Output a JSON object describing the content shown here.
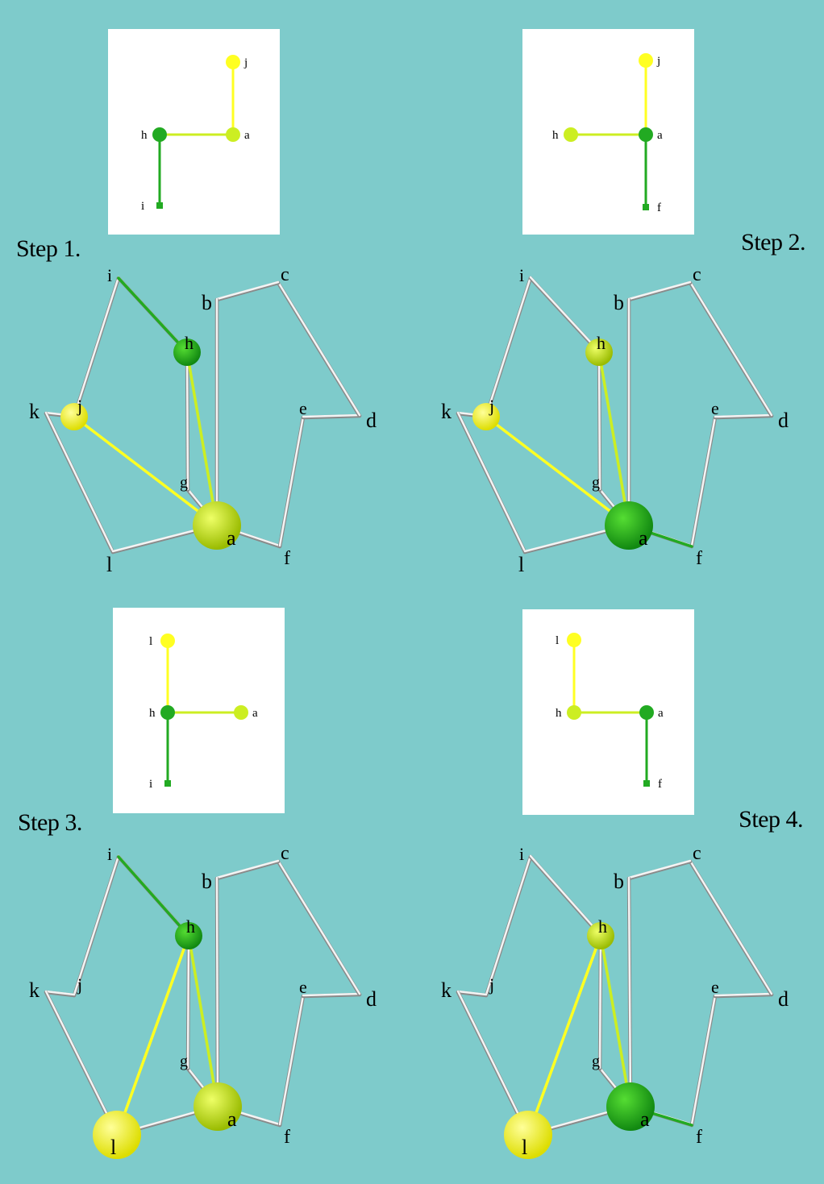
{
  "colors": {
    "background": "#7ecbcb",
    "dark_green": "#22aa22",
    "lime": "#ccee22",
    "yellow": "#ffff22",
    "white_edge": "#f4f4f4"
  },
  "node_labels": [
    "a",
    "b",
    "c",
    "d",
    "e",
    "f",
    "g",
    "h",
    "i",
    "j",
    "k",
    "l"
  ],
  "steps": [
    {
      "title": "Step 1.",
      "tree": {
        "nodes": [
          {
            "id": "j",
            "label": "j",
            "color": "yellow",
            "shape": "circle"
          },
          {
            "id": "a",
            "label": "a",
            "color": "lime",
            "shape": "circle"
          },
          {
            "id": "h",
            "label": "h",
            "color": "dark_green",
            "shape": "circle"
          },
          {
            "id": "i",
            "label": "i",
            "color": "dark_green",
            "shape": "square"
          }
        ],
        "edges": [
          [
            "a",
            "j",
            "yellow"
          ],
          [
            "h",
            "a",
            "lime"
          ],
          [
            "h",
            "i",
            "dark_green"
          ]
        ]
      },
      "highlight": {
        "spheres": [
          [
            "a",
            "lime",
            "large"
          ],
          [
            "h",
            "dark_green",
            "small"
          ],
          [
            "j",
            "yellow",
            "small"
          ]
        ],
        "edges": [
          [
            "i",
            "h",
            "dark_green"
          ],
          [
            "h",
            "a",
            "lime"
          ],
          [
            "j",
            "a",
            "yellow"
          ]
        ]
      }
    },
    {
      "title": "Step 2.",
      "tree": {
        "nodes": [
          {
            "id": "j",
            "label": "j",
            "color": "yellow",
            "shape": "circle"
          },
          {
            "id": "h",
            "label": "h",
            "color": "lime",
            "shape": "circle"
          },
          {
            "id": "a",
            "label": "a",
            "color": "dark_green",
            "shape": "circle"
          },
          {
            "id": "f",
            "label": "f",
            "color": "dark_green",
            "shape": "square"
          }
        ],
        "edges": [
          [
            "a",
            "j",
            "yellow"
          ],
          [
            "h",
            "a",
            "lime"
          ],
          [
            "a",
            "f",
            "dark_green"
          ]
        ]
      },
      "highlight": {
        "spheres": [
          [
            "a",
            "dark_green",
            "large"
          ],
          [
            "h",
            "lime",
            "small"
          ],
          [
            "j",
            "yellow",
            "small"
          ]
        ],
        "edges": [
          [
            "a",
            "f",
            "dark_green"
          ],
          [
            "h",
            "a",
            "lime"
          ],
          [
            "j",
            "a",
            "yellow"
          ]
        ]
      }
    },
    {
      "title": "Step 3.",
      "tree": {
        "nodes": [
          {
            "id": "l",
            "label": "l",
            "color": "yellow",
            "shape": "circle"
          },
          {
            "id": "h",
            "label": "h",
            "color": "dark_green",
            "shape": "circle"
          },
          {
            "id": "a",
            "label": "a",
            "color": "lime",
            "shape": "circle"
          },
          {
            "id": "i",
            "label": "i",
            "color": "dark_green",
            "shape": "square"
          }
        ],
        "edges": [
          [
            "h",
            "l",
            "yellow"
          ],
          [
            "h",
            "a",
            "lime"
          ],
          [
            "h",
            "i",
            "dark_green"
          ]
        ]
      },
      "highlight": {
        "spheres": [
          [
            "a",
            "lime",
            "large"
          ],
          [
            "h",
            "dark_green",
            "small"
          ],
          [
            "l",
            "yellow",
            "large"
          ]
        ],
        "edges": [
          [
            "i",
            "h",
            "dark_green"
          ],
          [
            "h",
            "a",
            "lime"
          ],
          [
            "l",
            "h",
            "yellow"
          ]
        ]
      }
    },
    {
      "title": "Step 4.",
      "tree": {
        "nodes": [
          {
            "id": "l",
            "label": "l",
            "color": "yellow",
            "shape": "circle"
          },
          {
            "id": "h",
            "label": "h",
            "color": "lime",
            "shape": "circle"
          },
          {
            "id": "a",
            "label": "a",
            "color": "dark_green",
            "shape": "circle"
          },
          {
            "id": "f",
            "label": "f",
            "color": "dark_green",
            "shape": "square"
          }
        ],
        "edges": [
          [
            "h",
            "l",
            "yellow"
          ],
          [
            "h",
            "a",
            "lime"
          ],
          [
            "a",
            "f",
            "dark_green"
          ]
        ]
      },
      "highlight": {
        "spheres": [
          [
            "a",
            "dark_green",
            "large"
          ],
          [
            "h",
            "lime",
            "small"
          ],
          [
            "l",
            "yellow",
            "large"
          ]
        ],
        "edges": [
          [
            "a",
            "f",
            "dark_green"
          ],
          [
            "h",
            "a",
            "lime"
          ],
          [
            "l",
            "h",
            "yellow"
          ]
        ]
      }
    }
  ]
}
